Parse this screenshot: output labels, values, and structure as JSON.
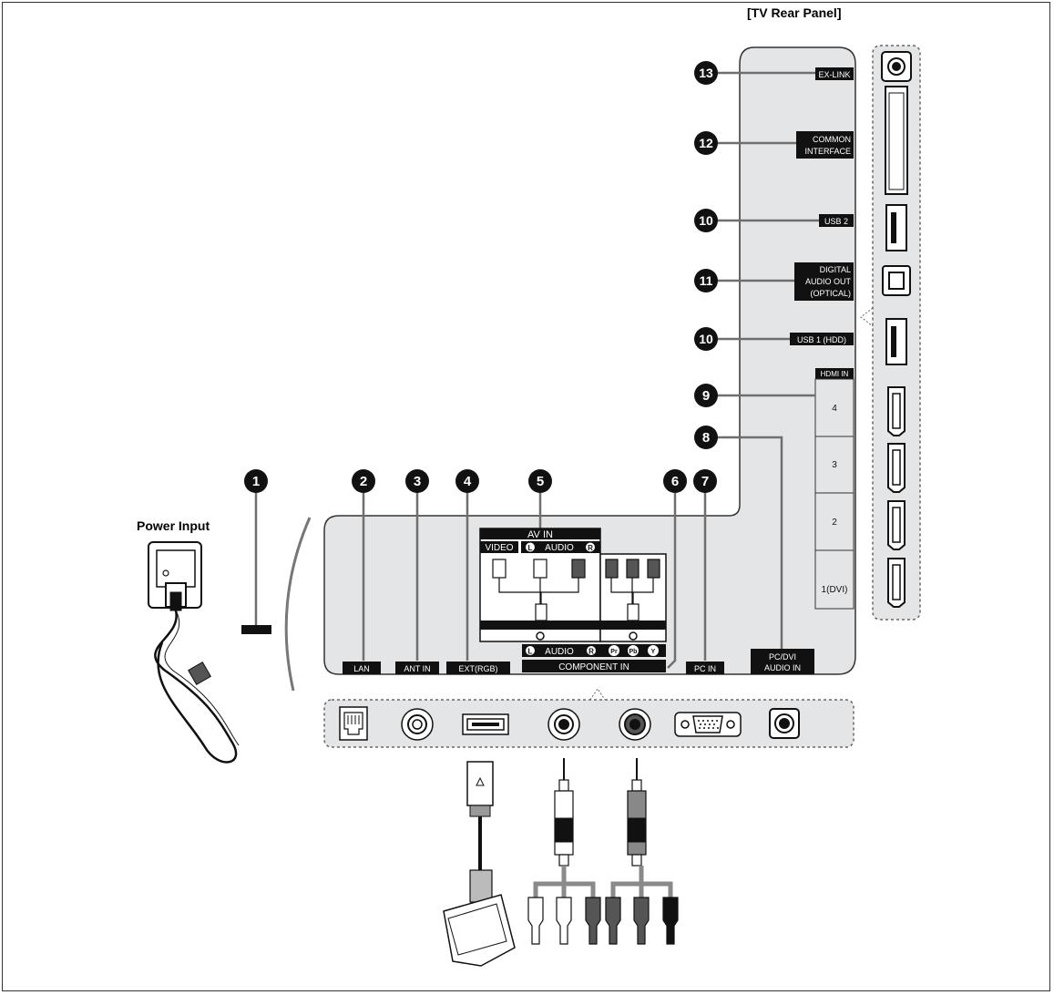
{
  "panel_title": "[TV Rear Panel]",
  "power_input_label": "Power Input",
  "side_labels": {
    "ex_link": "EX-LINK",
    "common_interface_1": "COMMON",
    "common_interface_2": "INTERFACE",
    "usb2": "USB 2",
    "digital_audio_1": "DIGITAL",
    "digital_audio_2": "AUDIO OUT",
    "digital_audio_3": "(OPTICAL)",
    "usb1": "USB 1 (HDD)",
    "hdmi_in": "HDMI IN",
    "hdmi_ports": [
      "4",
      "3",
      "2",
      "1(DVI)"
    ]
  },
  "bottom_labels": {
    "lan": "LAN",
    "ant_in": "ANT IN",
    "ext_rgb": "EXT(RGB)",
    "av_in": "AV IN",
    "video": "VIDEO",
    "audio": "AUDIO",
    "component_in": "COMPONENT IN",
    "pc_in": "PC IN",
    "pc_dvi_audio_1": "PC/DVI",
    "pc_dvi_audio_2": "AUDIO IN"
  },
  "component_letters": [
    "Pr",
    "Pb",
    "Y"
  ],
  "lr_letters": [
    "L",
    "R"
  ],
  "callouts": [
    "1",
    "2",
    "3",
    "4",
    "5",
    "6",
    "7",
    "8",
    "9",
    "10",
    "11",
    "12",
    "13",
    "10"
  ],
  "colors": {
    "panel": "#e4e5e6",
    "dark": "#1a1a1a",
    "leader": "#6f6f6f",
    "callout_bg": "#111111",
    "callout_fg": "#ffffff"
  }
}
